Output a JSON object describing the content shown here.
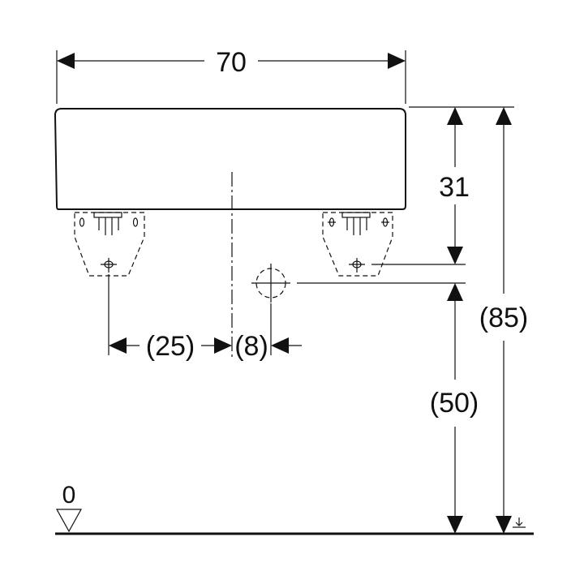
{
  "dimensions": {
    "width": "70",
    "height_basin": "31",
    "total_height": "(85)",
    "waste_height": "(50)",
    "bracket_offset": "(25)",
    "waste_offset": "(8)"
  },
  "floor_level": "0"
}
